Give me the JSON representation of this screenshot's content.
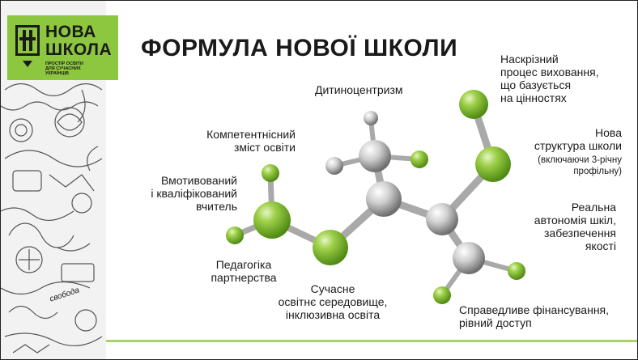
{
  "logo": {
    "title": "НОВА\nШКОЛА",
    "subtitle": "ПРОСТІР ОСВІТИ\nДЛЯ СУЧАСНИХ\nУКРАЇНЦІВ",
    "mark_icon": "nova-shkola-logo-icon",
    "color": "#8dc63f"
  },
  "title": "ФОРМУЛА НОВОЇ ШКОЛИ",
  "labels": {
    "child_centrism": "Дитиноцентризм",
    "competence": "Компетентнісний\nзміст освіти",
    "teacher": "Вмотивований\nі кваліфікований\nвчитель",
    "pedagogy": "Педагогіка\nпартнерства",
    "environment": "Сучасне\nосвітнє середовище,\nінклюзивна освіта",
    "upbringing": "Наскрізний\nпроцес виховання,\nщо базується\nна цінностях",
    "structure": "Нова\nструктура школи",
    "structure_note": "(включаючи 3-річну\nпрофільну)",
    "autonomy": "Реальна\nавтономія шкіл,\nзабезпечення\nякості",
    "funding": "Справедливе фінансування,\nрівний доступ"
  },
  "doodle_text": "свобода",
  "colors": {
    "green_atom": "#8dc63f",
    "grey_atom": "#c8c8c8",
    "text": "#1a1a1a",
    "accent_line": "#a8d26a"
  }
}
